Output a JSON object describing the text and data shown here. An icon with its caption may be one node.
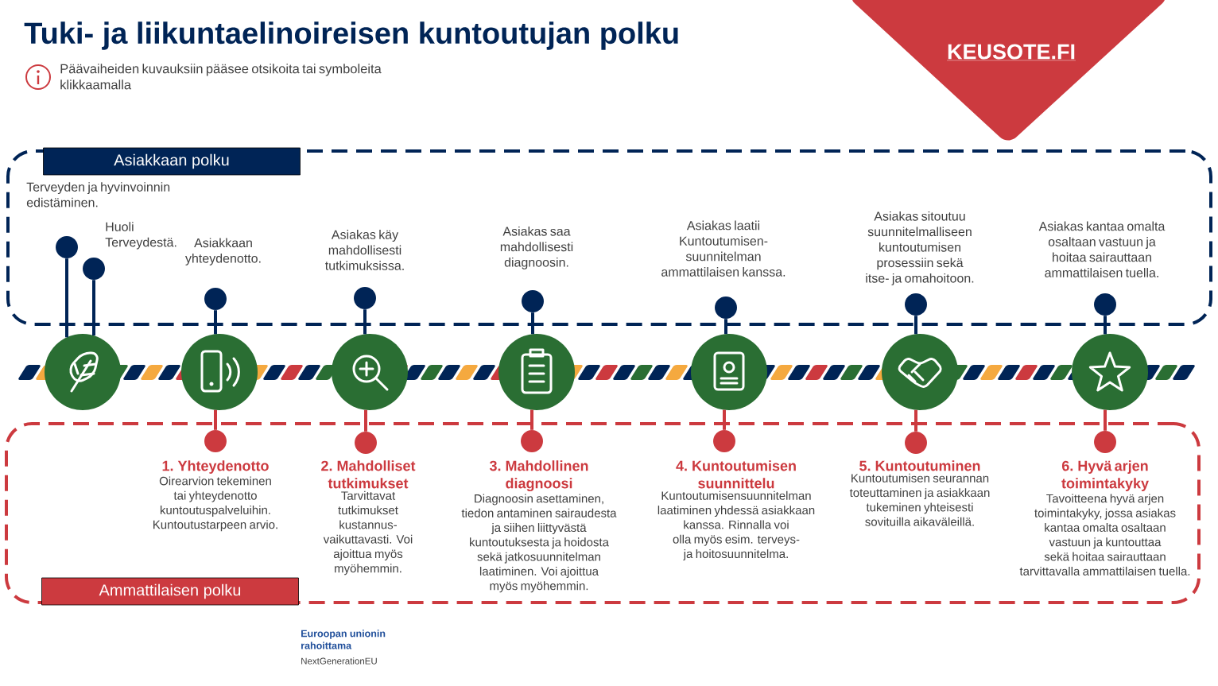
{
  "diagram": {
    "title": "Tuki- ja liikuntaelinoireisen kuntoutujan polku",
    "nodes": [
      {
        "text": [
          "Asiakkaan polku"
        ]
      },
      {
        "text": [
          "Ammattilaisen polku"
        ]
      },
      {
        "text": [],
        "shape": "circle",
        "in": 0,
        "beside": [
          "Terveyden ja hyvinvoinnin edistäminen."
        ]
      },
      {
        "text": [],
        "shape": "circle",
        "in": 0,
        "beside": [
          "Huoli Terveydestä."
        ]
      },
      {
        "text": [],
        "shape": "circle",
        "in": 0,
        "beside": [
          "Asiakkaan yhteydenotto."
        ]
      },
      {
        "text": [],
        "shape": "circle",
        "in": 0,
        "beside": [
          "Asiakas käy mahdollisesti tutkimuksissa."
        ]
      },
      {
        "text": [],
        "shape": "circle",
        "in": 0,
        "beside": [
          "Asiakas saa mahdollisesti diagnoosin."
        ]
      },
      {
        "text": [],
        "shape": "circle",
        "in": 0,
        "beside": [
          "Asiakas laatii Kuntoutumisen- suunnitelman ammattilaisen kanssa."
        ]
      },
      {
        "text": [],
        "shape": "circle",
        "in": 0,
        "beside": [
          "Asiakas sitoutuu suunnitelmalliseen kuntoutumisen prosessiin sekä itse- ja omahoitoon."
        ]
      },
      {
        "text": [],
        "shape": "circle",
        "in": 0,
        "beside": [
          "Asiakas kantaa omalta osaltaan vastuun ja hoitaa sairauttaan ammattilaisen tuella."
        ]
      },
      {
        "text": [],
        "shape": "circle"
      },
      {
        "text": [],
        "shape": "circle"
      },
      {
        "text": [],
        "shape": "circle"
      },
      {
        "text": [],
        "shape": "circle"
      },
      {
        "text": [],
        "shape": "circle"
      },
      {
        "text": [],
        "shape": "circle"
      },
      {
        "text": [],
        "shape": "circle"
      },
      {
        "text": [],
        "shape": "circle",
        "in": 1,
        "beside": [
          "1. Yhteydenotto",
          "Oirearvion tekeminen tai yhteydenotto kuntoutuspalveluihin. Kuntoutustarpeen arvio."
        ]
      },
      {
        "text": [],
        "shape": "circle",
        "in": 1,
        "beside": [
          "2. Mahdolliset tutkimukset",
          "Tarvittavat tutkimukset kustannus- vaikuttavasti. Voi ajoittua myös myöhemmin."
        ]
      },
      {
        "text": [],
        "shape": "circle",
        "in": 1,
        "beside": [
          "3. Mahdollinen diagnoosi",
          "Diagnoosin asettaminen, tiedon antaminen sairaudesta ja siihen liittyvästä kuntoutuksesta ja hoidosta sekä jatkosuunnitelman laatiminen. Voi ajoittua myös myöhemmin."
        ]
      },
      {
        "text": [],
        "shape": "circle",
        "in": 1,
        "beside": [
          "4. Kuntoutumisen suunnittelu",
          "Kuntoutumisensuunnitelman laatiminen yhdessä asiakkaan kanssa. Rinnalla voi olla myös esim. terveys- ja hoitosuunnitelma."
        ]
      },
      {
        "text": [],
        "shape": "circle",
        "in": 1,
        "beside": [
          "5. Kuntoutuminen",
          "Kuntoutumisen seurannan toteuttaminen ja asiakkaan tukeminen yhteisesti sovituilla aikaväleillä."
        ]
      },
      {
        "text": [],
        "shape": "circle",
        "in": 1,
        "beside": [
          "6. Hyvä arjen toimintakyky",
          "Tavoitteena hyvä arjen toimintakyky, jossa asiakas kantaa omalta osaltaan vastuun ja kuntouttaa sekä hoitaa sairauttaan tarvittavalla ammattilaisen tuella."
        ]
      },
      {
        "text": [
          "KEUSOTE.FI"
        ]
      }
    ],
    "edges": [
      {
        "from": 2,
        "to": 10,
        "arrow": "none"
      },
      {
        "from": 3,
        "to": 10,
        "arrow": "none"
      },
      {
        "from": 4,
        "to": 11,
        "arrow": "none"
      },
      {
        "from": 5,
        "to": 12,
        "arrow": "none"
      },
      {
        "from": 6,
        "to": 13,
        "arrow": "none"
      },
      {
        "from": 7,
        "to": 14,
        "arrow": "none"
      },
      {
        "from": 8,
        "to": 15,
        "arrow": "none"
      },
      {
        "from": 9,
        "to": 16,
        "arrow": "none"
      },
      {
        "from": 17,
        "to": 11,
        "arrow": "none",
        "color": "#cc3a3f"
      },
      {
        "from": 18,
        "to": 12,
        "arrow": "none",
        "color": "#cc3a3f"
      },
      {
        "from": 19,
        "to": 13,
        "arrow": "none",
        "color": "#cc3a3f"
      },
      {
        "from": 20,
        "to": 14,
        "arrow": "none",
        "color": "#cc3a3f"
      },
      {
        "from": 21,
        "to": 15,
        "arrow": "none",
        "color": "#cc3a3f"
      },
      {
        "from": 22,
        "to": 16,
        "arrow": "none",
        "color": "#cc3a3f"
      }
    ],
    "labels": [
      "Päävaiheiden kuvauksiin pääsee otsikoita tai symboleita klikkaamalla",
      "Euroopan unionin rahoittama",
      "NextGenerationEU"
    ]
  }
}
